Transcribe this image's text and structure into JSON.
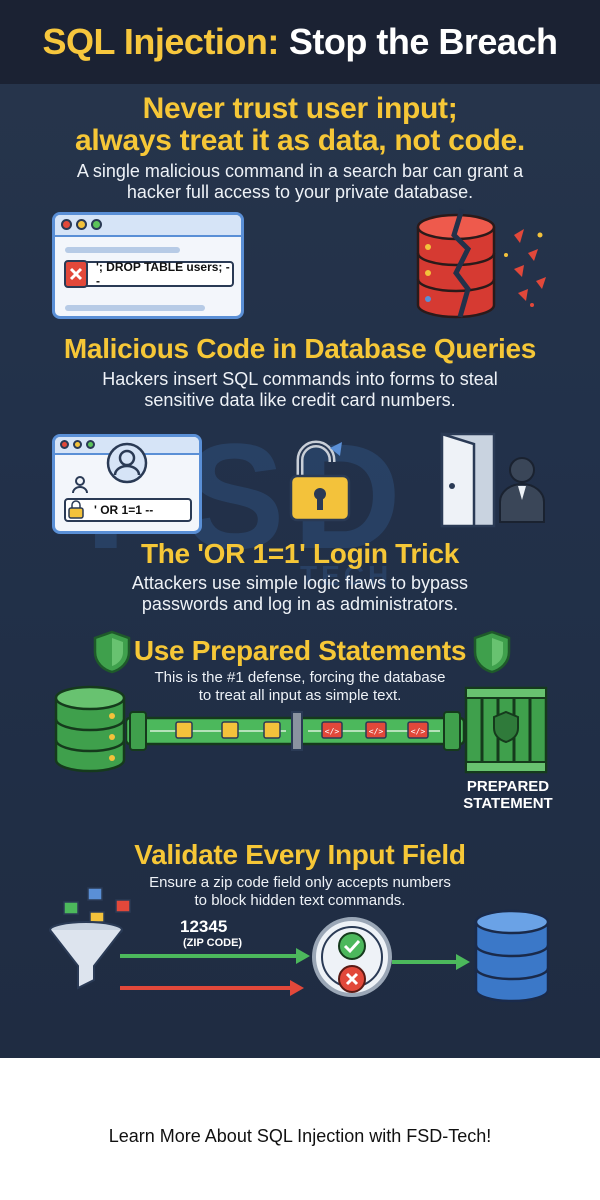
{
  "title": {
    "part1": "SQL Injection:",
    "part2": "Stop the Breach"
  },
  "headline": {
    "line1": "Never trust user input;",
    "line2": "always treat it as data, not code."
  },
  "intro": {
    "line1": "A single malicious command in a search bar can grant a",
    "line2": "hacker full access to your private database."
  },
  "example_input": "'; DROP TABLE users; --",
  "section1": {
    "title": "Malicious Code in Database Queries",
    "line1": "Hackers insert SQL commands into forms to steal",
    "line2": "sensitive data like credit card numbers."
  },
  "login_input": "' OR 1=1 --",
  "watermark": {
    "main": "FSD",
    "sub": "TECH"
  },
  "section2": {
    "title": "The 'OR 1=1' Login Trick",
    "line1": "Attackers use simple logic flaws to bypass",
    "line2": "passwords and log in as administrators."
  },
  "section3": {
    "title": "Use Prepared Statements",
    "line1": "This is the #1 defense, forcing the database",
    "line2": "to treat all input as simple text."
  },
  "prepared_label": {
    "line1": "PREPARED",
    "line2": "STATEMENT"
  },
  "code_tag": "</>",
  "section4": {
    "title": "Validate Every Input Field",
    "line1": "Ensure a zip code field only accepts numbers",
    "line2": "to block hidden text commands."
  },
  "zip": {
    "value": "12345",
    "label": "(ZIP CODE)"
  },
  "footer": "Learn More About SQL Injection with FSD-Tech!",
  "colors": {
    "accent": "#f6c737",
    "background": "#22314a",
    "danger": "#e2483a",
    "safe": "#4cb85c",
    "window": "#5a8fd6"
  }
}
